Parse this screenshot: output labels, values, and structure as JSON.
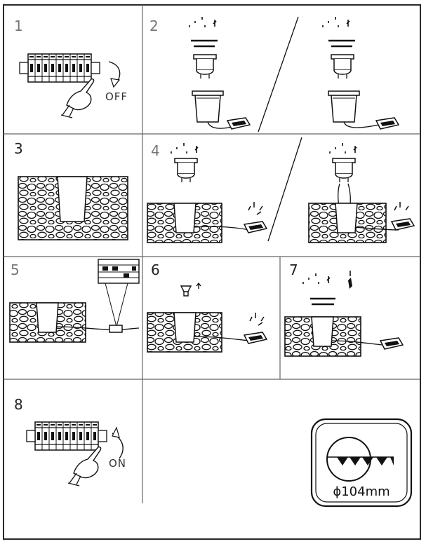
{
  "steps": [
    {
      "number": "1",
      "label": "OFF"
    },
    {
      "number": "2"
    },
    {
      "number": "3"
    },
    {
      "number": "4"
    },
    {
      "number": "5"
    },
    {
      "number": "6"
    },
    {
      "number": "7"
    },
    {
      "number": "8",
      "label": "ON"
    }
  ],
  "cutout": {
    "label": "ϕ104mm"
  },
  "icons": [
    "breaker-switch-icon",
    "hand-icon",
    "rotate-arrow-icon",
    "lamp-housing-icon",
    "connector-box-icon",
    "stone-wall-icon",
    "screwdriver-icon",
    "bulb-icon",
    "cutter-icon"
  ],
  "colors": {
    "line": "#111111",
    "background": "#ffffff"
  }
}
